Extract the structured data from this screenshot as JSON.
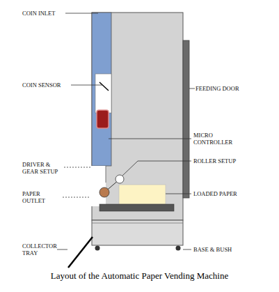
{
  "diagram": {
    "caption": "Layout of the Automatic Paper Vending Machine",
    "labels": [
      "COIN INLET",
      "COIN SENSOR",
      "FEEDING DOOR",
      "MICRO CONTROLLER",
      "DRIVER & GEAR SETUP",
      "ROLLER SETUP",
      "PAPER OUTLET",
      "LOADED PAPER",
      "COLLECTOR TRAY",
      "BASE & BUSH"
    ]
  }
}
